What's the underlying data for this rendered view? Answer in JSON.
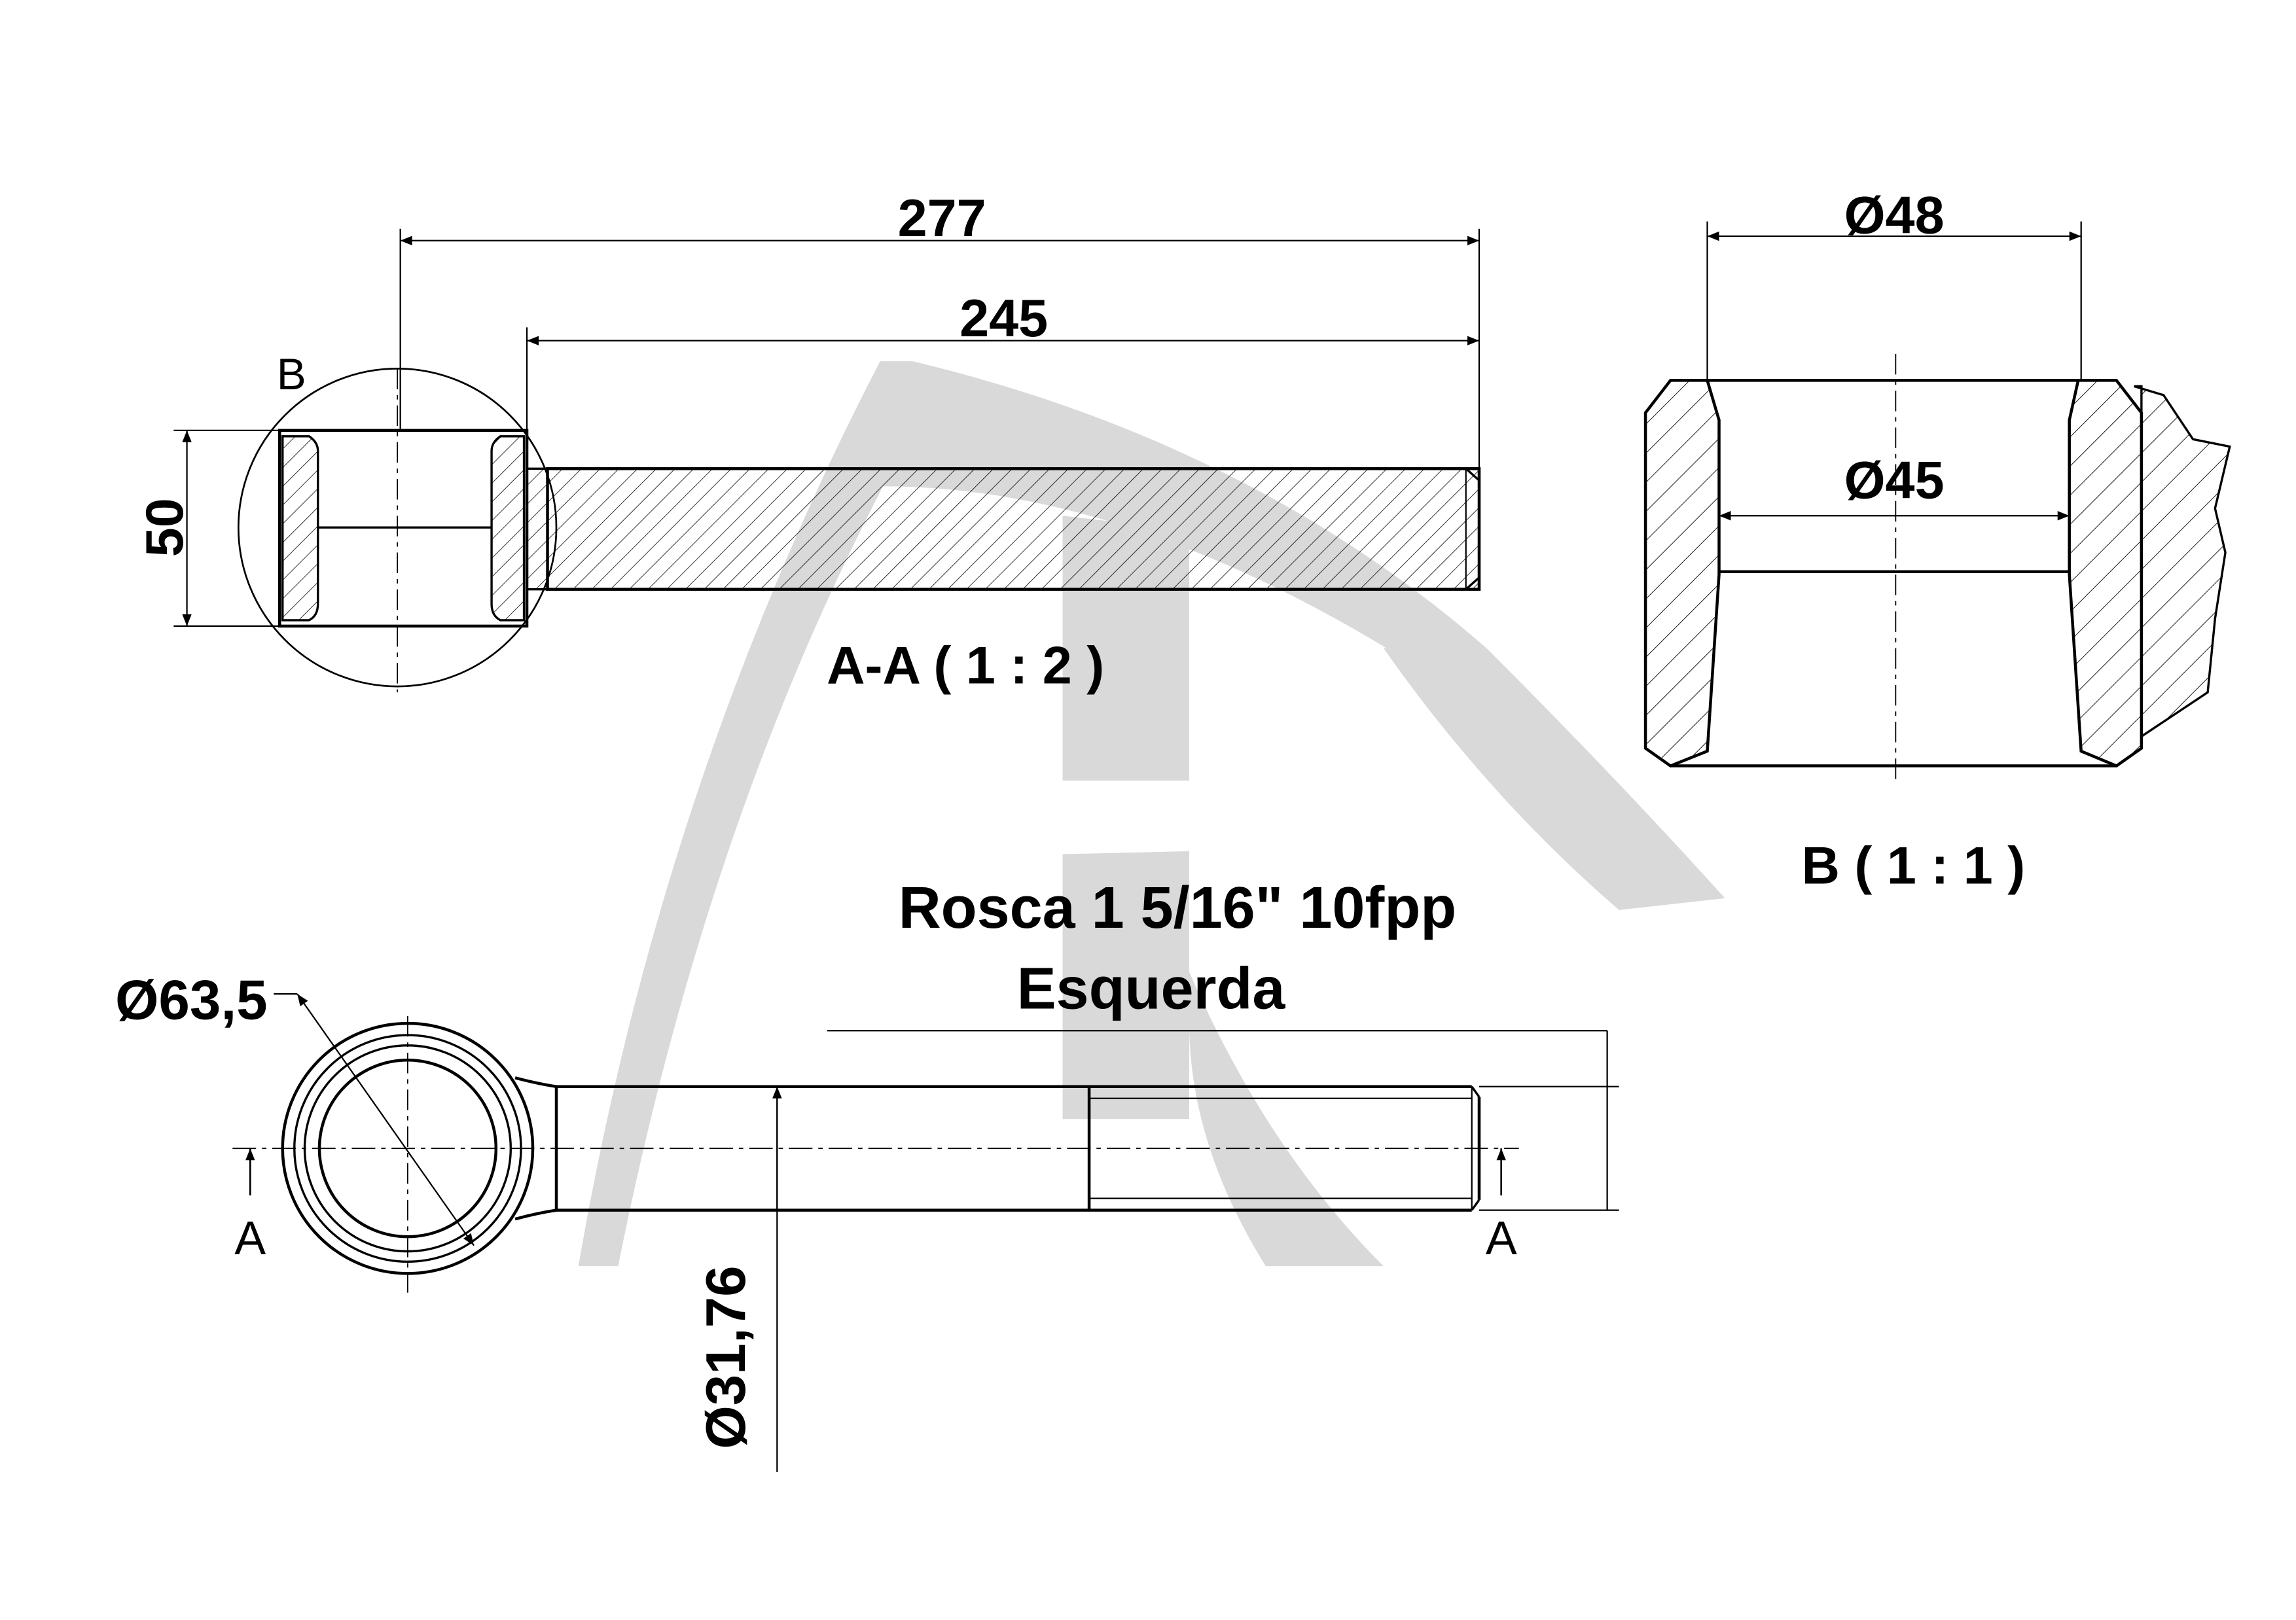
{
  "views": {
    "section_aa": {
      "title": "A-A ( 1 : 2 )",
      "detail_marker": "B",
      "dim_overall": "277",
      "dim_shank": "245",
      "dim_eye_width": "50"
    },
    "detail_b": {
      "title": "B ( 1 : 1 )",
      "dim_outer": "Ø48",
      "dim_inner": "Ø45"
    },
    "plan": {
      "thread_line1": "Rosca 1 5/16\"  10fpp",
      "thread_line2": "Esquerda",
      "dim_eye_diameter": "Ø63,5",
      "dim_rod_diameter": "Ø31,76",
      "section_mark_left": "A",
      "section_mark_right": "A"
    }
  },
  "colors": {
    "line": "#000000",
    "watermark": "#d9d9d9"
  }
}
